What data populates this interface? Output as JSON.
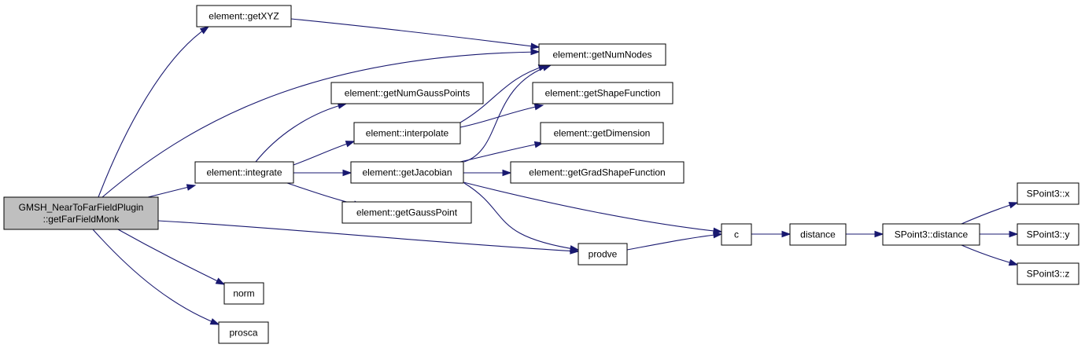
{
  "colors": {
    "edge": "#191970",
    "node_border": "#000000",
    "node_fill": "#ffffff",
    "root_fill": "#bfbfbf"
  },
  "nodes": [
    {
      "id": "root",
      "name": "node-get-far-field-monk",
      "lines": [
        "GMSH_NearToFarFieldPlugin",
        "::getFarFieldMonk"
      ],
      "root": true
    },
    {
      "id": "getXYZ",
      "name": "node-element-get-xyz",
      "lines": [
        "element::getXYZ"
      ]
    },
    {
      "id": "getNumNodes",
      "name": "node-element-get-num-nodes",
      "lines": [
        "element::getNumNodes"
      ]
    },
    {
      "id": "getNumGaussPoints",
      "name": "node-element-get-num-gauss-points",
      "lines": [
        "element::getNumGaussPoints"
      ]
    },
    {
      "id": "getShapeFunction",
      "name": "node-element-get-shape-function",
      "lines": [
        "element::getShapeFunction"
      ]
    },
    {
      "id": "interpolate",
      "name": "node-element-interpolate",
      "lines": [
        "element::interpolate"
      ]
    },
    {
      "id": "getDimension",
      "name": "node-element-get-dimension",
      "lines": [
        "element::getDimension"
      ]
    },
    {
      "id": "integrate",
      "name": "node-element-integrate",
      "lines": [
        "element::integrate"
      ]
    },
    {
      "id": "getJacobian",
      "name": "node-element-get-jacobian",
      "lines": [
        "element::getJacobian"
      ]
    },
    {
      "id": "getGradShapeFunction",
      "name": "node-element-get-grad-shape-function",
      "lines": [
        "element::getGradShapeFunction"
      ]
    },
    {
      "id": "getGaussPoint",
      "name": "node-element-get-gauss-point",
      "lines": [
        "element::getGaussPoint"
      ]
    },
    {
      "id": "c",
      "name": "node-c",
      "lines": [
        "c"
      ]
    },
    {
      "id": "distance",
      "name": "node-distance",
      "lines": [
        "distance"
      ]
    },
    {
      "id": "spDistance",
      "name": "node-spoint3-distance",
      "lines": [
        "SPoint3::distance"
      ]
    },
    {
      "id": "spX",
      "name": "node-spoint3-x",
      "lines": [
        "SPoint3::x"
      ]
    },
    {
      "id": "spY",
      "name": "node-spoint3-y",
      "lines": [
        "SPoint3::y"
      ]
    },
    {
      "id": "spZ",
      "name": "node-spoint3-z",
      "lines": [
        "SPoint3::z"
      ]
    },
    {
      "id": "prodve",
      "name": "node-prodve",
      "lines": [
        "prodve"
      ]
    },
    {
      "id": "norm",
      "name": "node-norm",
      "lines": [
        "norm"
      ]
    },
    {
      "id": "prosca",
      "name": "node-prosca",
      "lines": [
        "prosca"
      ]
    }
  ]
}
